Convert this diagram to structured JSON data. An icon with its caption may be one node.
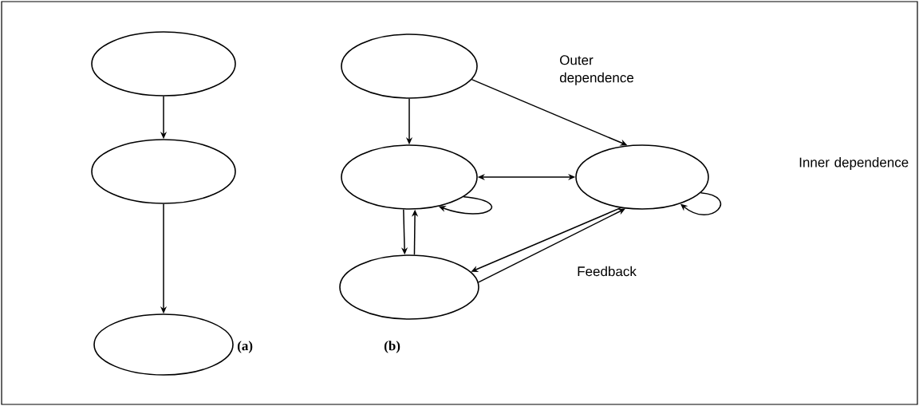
{
  "diagram": {
    "nodes": [
      {
        "text": [],
        "shape": "ellipse"
      },
      {
        "text": [],
        "shape": "ellipse"
      },
      {
        "text": [],
        "shape": "ellipse"
      },
      {
        "text": [],
        "shape": "ellipse"
      },
      {
        "text": [],
        "shape": "ellipse"
      },
      {
        "text": [],
        "shape": "ellipse"
      },
      {
        "text": [],
        "shape": "ellipse"
      }
    ],
    "edges": [
      {
        "from": 0,
        "to": 1,
        "arrow": "to"
      },
      {
        "from": 1,
        "to": 2,
        "arrow": "to"
      },
      {
        "from": 3,
        "to": 4,
        "arrow": "to"
      },
      {
        "from": 3,
        "to": 6,
        "arrow": "to"
      },
      {
        "from": 4,
        "to": 6,
        "arrow": "both"
      },
      {
        "from": 4,
        "to": 4,
        "arrow": "to"
      },
      {
        "from": 4,
        "to": 5,
        "arrow": "to"
      },
      {
        "from": 5,
        "to": 4,
        "arrow": "to"
      },
      {
        "from": 6,
        "to": 5,
        "arrow": "to"
      },
      {
        "from": 5,
        "to": 6,
        "arrow": "to"
      },
      {
        "from": 6,
        "to": 6,
        "arrow": "to"
      }
    ],
    "labels": [
      "Outer dependence",
      "Inner dependence",
      "Feedback",
      "(a)",
      "(b)"
    ]
  }
}
